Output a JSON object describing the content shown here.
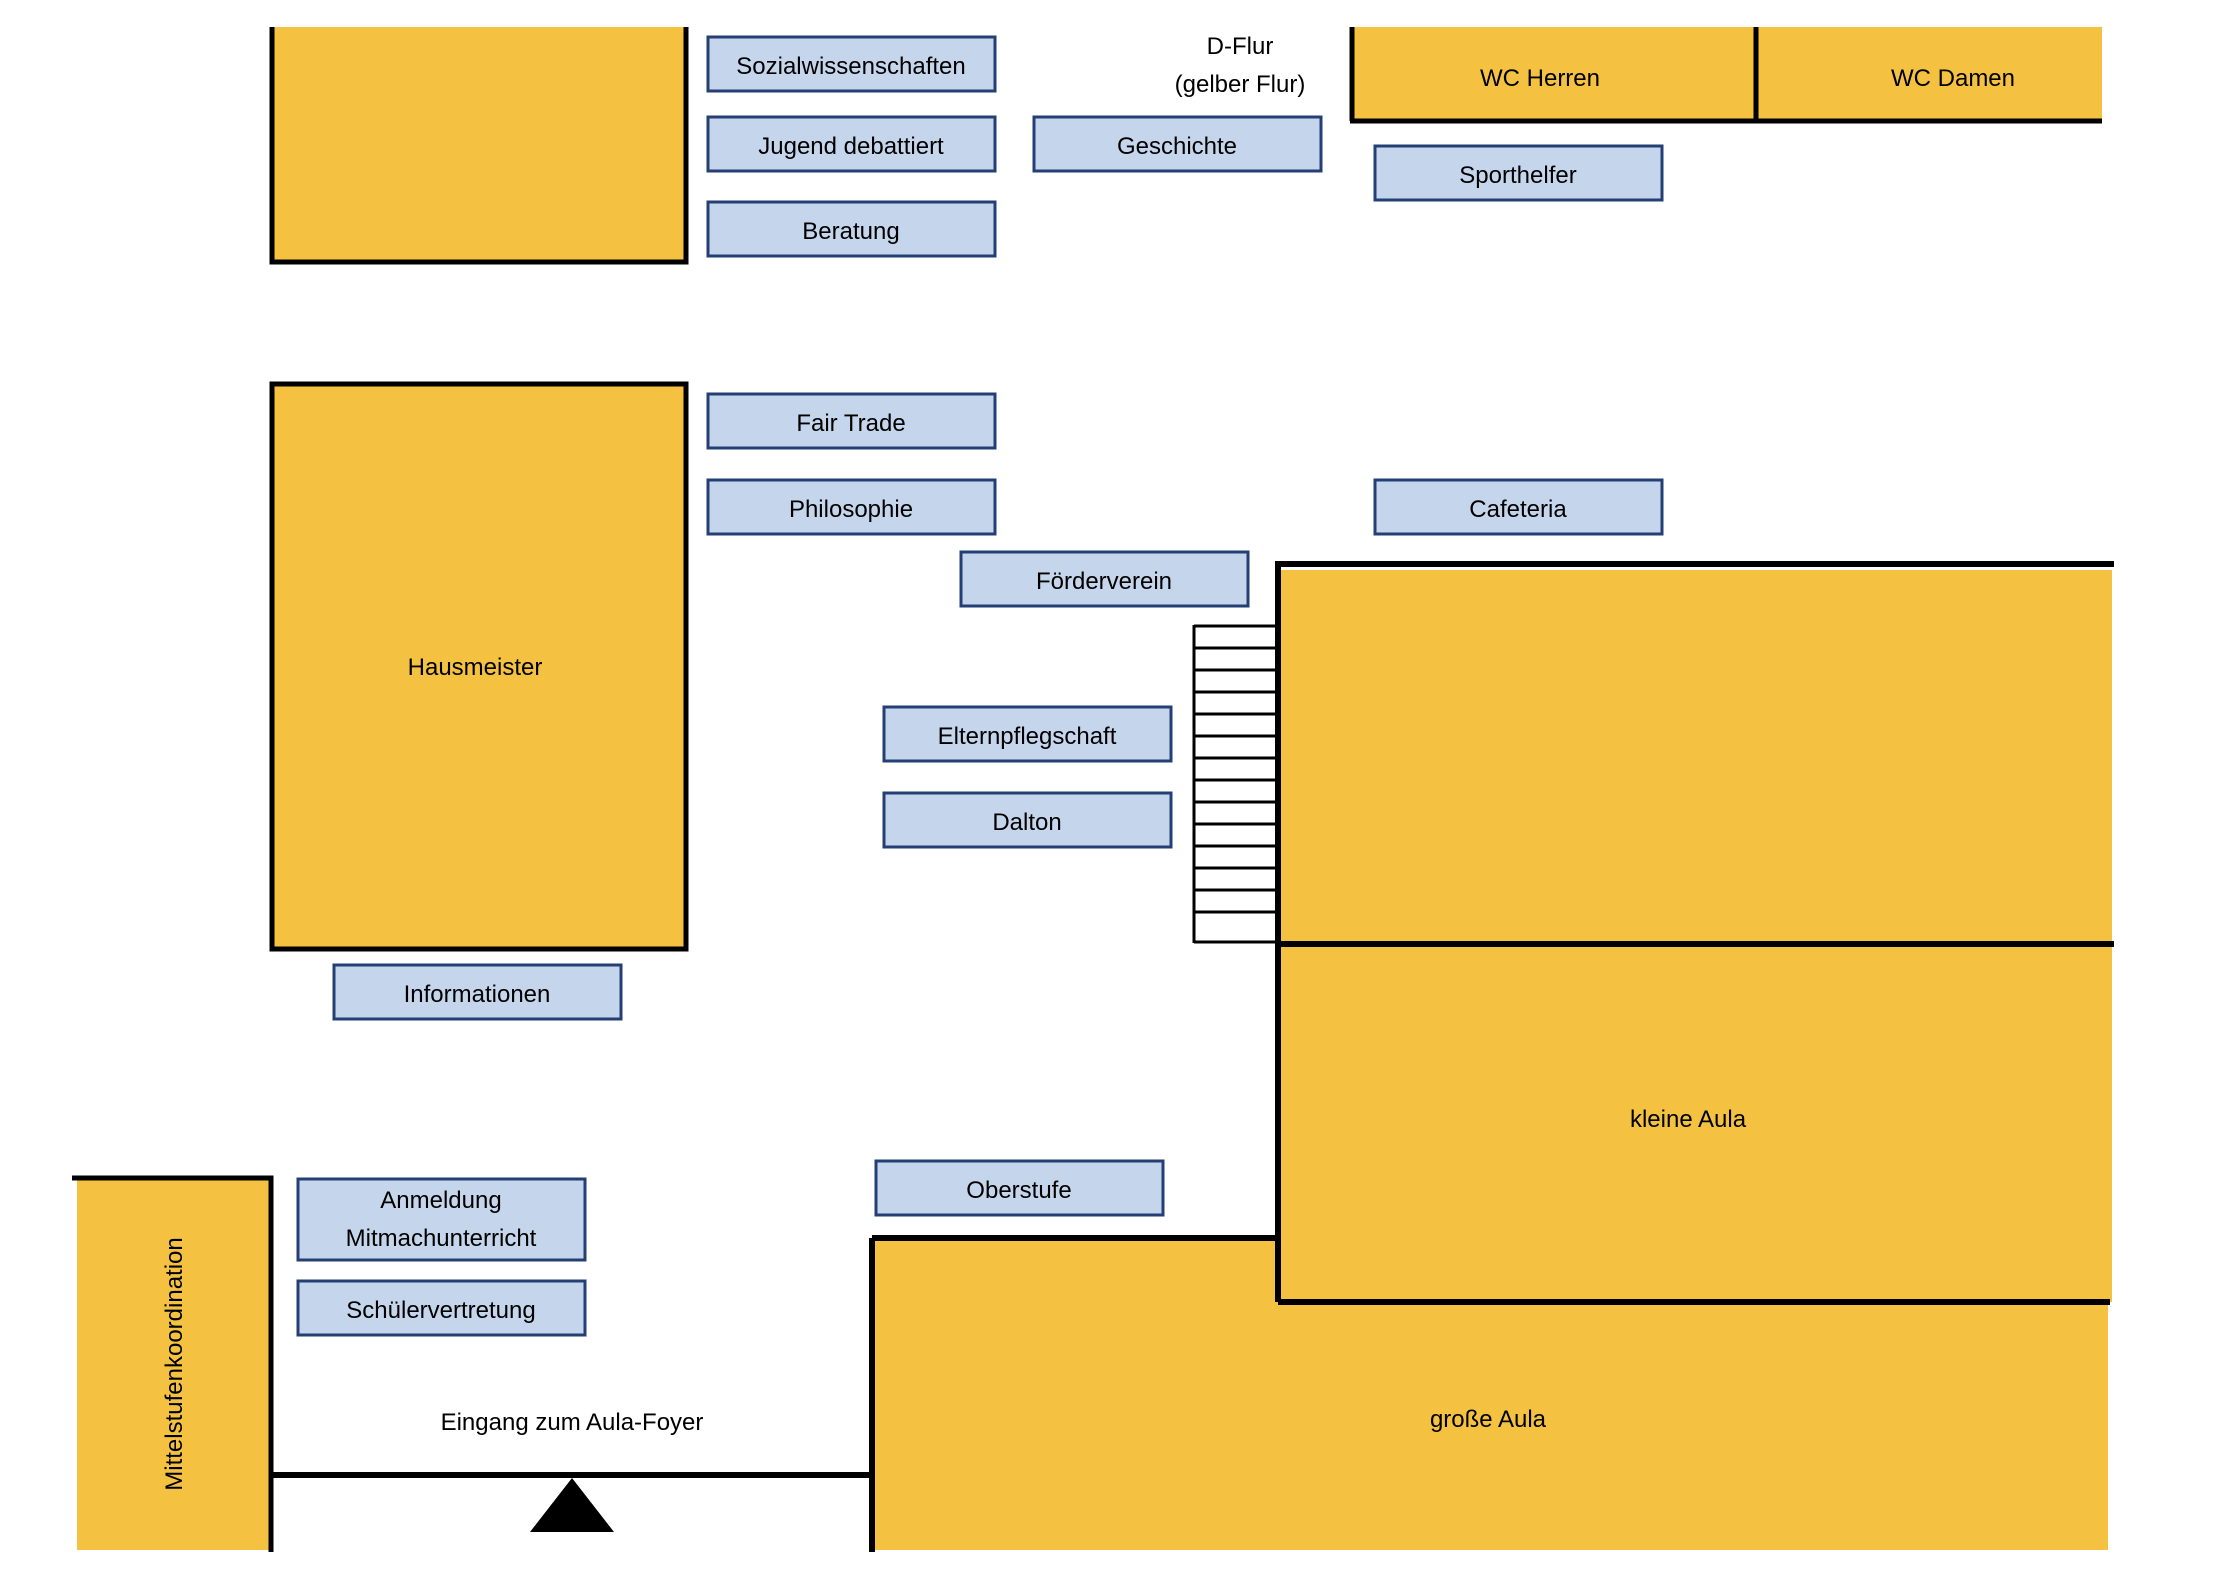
{
  "title": "",
  "colors": {
    "room": "#F4C240",
    "station_fill": "#C5D5EC",
    "station_border": "#243F73",
    "wall": "#000000"
  },
  "corridor": {
    "name": "D-Flur",
    "subname": "(gelber Flur)"
  },
  "rooms": {
    "top_left": "",
    "wc_herren": "WC Herren",
    "wc_damen": "WC Damen",
    "hausmeister": "Hausmeister",
    "upper_right": "",
    "kleine_aula": "kleine Aula",
    "grosse_aula": "große Aula",
    "mittelstufen": "Mittelstufenkoordination"
  },
  "stations": {
    "sozialwissenschaften": "Sozialwissenschaften",
    "jugend_debattiert": "Jugend debattiert",
    "beratung": "Beratung",
    "geschichte": "Geschichte",
    "sporthelfer": "Sporthelfer",
    "fair_trade": "Fair Trade",
    "philosophie": "Philosophie",
    "cafeteria": "Cafeteria",
    "foerderverein": "Förderverein",
    "elternpflegschaft": "Elternpflegschaft",
    "dalton": "Dalton",
    "informationen": "Informationen",
    "oberstufe": "Oberstufe",
    "anmeldung_line1": "Anmeldung",
    "anmeldung_line2": "Mitmachunterricht",
    "schuelervertretung": "Schülervertretung"
  },
  "entrance": {
    "label": "Eingang zum Aula-Foyer",
    "icon": "entrance-triangle-icon"
  },
  "stairs": {
    "icon": "stairs-icon"
  }
}
